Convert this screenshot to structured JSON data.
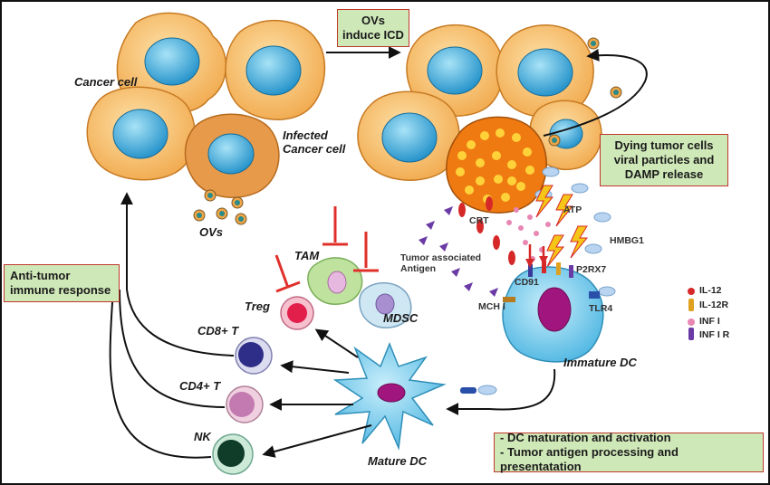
{
  "boxes": {
    "ovs_induce_icd": [
      "OVs",
      "induce ICD"
    ],
    "dying_cells": [
      "Dying tumor cells",
      "viral particles and",
      "DAMP release"
    ],
    "anti_tumor": [
      "Anti-tumor",
      "immune response"
    ],
    "dc_maturation": [
      "- DC maturation and activation",
      "- Tumor antigen processing and presentatation"
    ]
  },
  "labels": {
    "cancer_cell": "Cancer cell",
    "infected_cancer_cell": [
      "Infected",
      "Cancer cell"
    ],
    "ovs": "OVs",
    "tam": "TAM",
    "treg": "Treg",
    "mdsc": "MDSC",
    "cd8": "CD8+ T",
    "cd4": "CD4+ T",
    "nk": "NK",
    "mature_dc": "Mature DC",
    "immature_dc": "Immature DC",
    "crt": "CRT",
    "atp": "ATP",
    "hmbg1": "HMBG1",
    "tumor_antigen": [
      "Tumor associated",
      "Antigen"
    ],
    "cd91": "CD91",
    "p2rx7": "P2RX7",
    "mch1": "MCH I",
    "tlr4": "TLR4"
  },
  "legend": {
    "il12": "IL-12",
    "il12r": "IL-12R",
    "inf1": "INF I",
    "inf1r": "INF I R"
  },
  "colors": {
    "box_fill": "#cfe8b8",
    "box_border": "#c0392b",
    "cancer_cell": "#f5b862",
    "nucleus": "#2fa3d9",
    "inhibit": "#e0302b",
    "dc": "#6ec6ea"
  }
}
